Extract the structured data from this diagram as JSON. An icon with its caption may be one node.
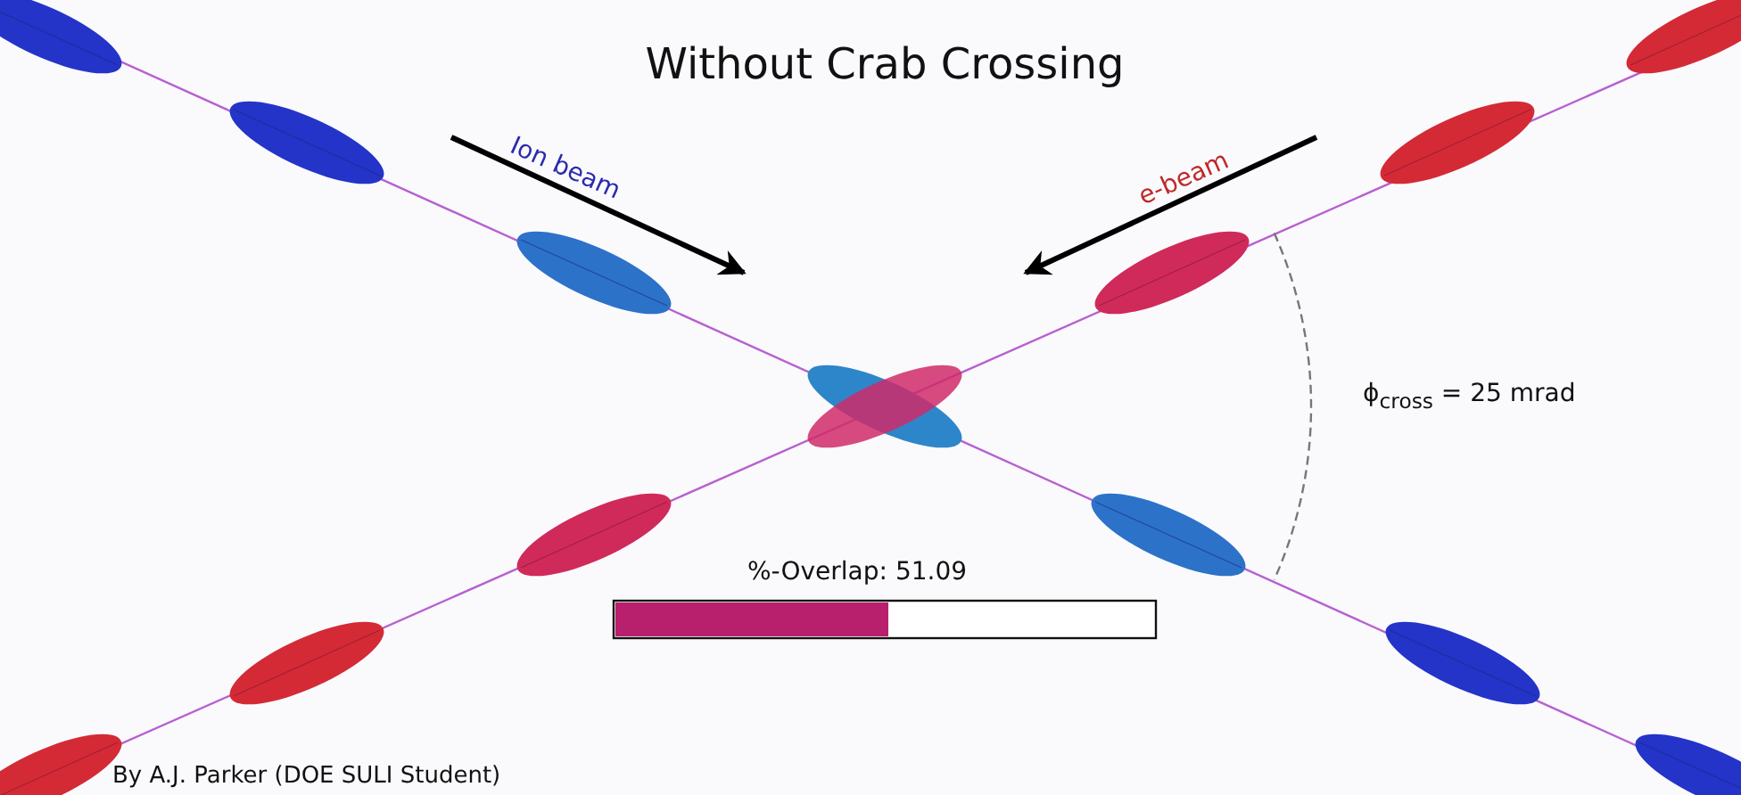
{
  "diagram": {
    "title": "Without Crab Crossing",
    "labels": [
      "Ion beam",
      "e-beam",
      "ϕ$_{cross}$ = 25 mrad",
      "%-Overlap: 51.09",
      "By A.J. Parker (DOE SULI Student)"
    ]
  }
}
